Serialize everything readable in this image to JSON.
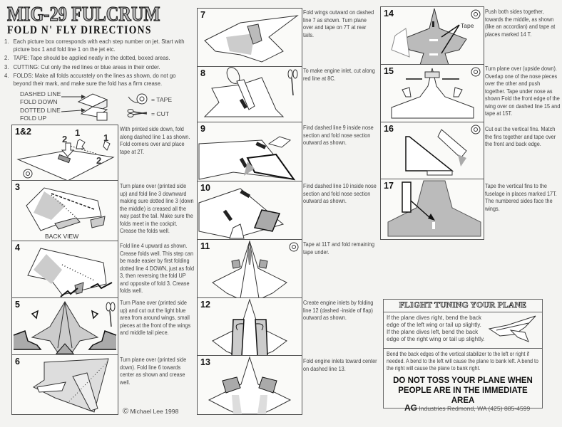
{
  "header": {
    "title": "MIG-29 FULCRUM",
    "subtitle": "FOLD N' FLY DIRECTIONS"
  },
  "rules": [
    {
      "num": "1.",
      "text": "Each picture box corresponds with each step number on jet. Start with picture box 1 and fold line 1 on the jet etc."
    },
    {
      "num": "2.",
      "text": "TAPE:  Tape should be applied neatly in the dotted, boxed areas."
    },
    {
      "num": "3.",
      "text": "CUTTING:  Cut only the red lines or blue areas in their order."
    },
    {
      "num": "4.",
      "text": "FOLDS:  Make all folds accurately on the lines as shown, do not go beyond their mark, and make sure the fold has a firm crease."
    }
  ],
  "legend": {
    "dashed": [
      "DASHED LINE",
      "FOLD DOWN"
    ],
    "dotted": [
      "DOTTED LINE",
      "FOLD UP"
    ],
    "tape": "= TAPE",
    "cut": "= CUT"
  },
  "steps": [
    {
      "num": "1&2",
      "text": "With printed side down, fold along dashed line 1 as shown. Fold corners over and place tape at 2T.",
      "labels": [
        "1",
        "2",
        "1",
        "2"
      ]
    },
    {
      "num": "3",
      "text": "Turn plane over (printed side up) and fold line 3 downward making sure dotted line 3 (down the middle) is creased all the way past the tail. Make sure the folds meet in the  cockpit. Crease the folds well.",
      "caption": "BACK VIEW"
    },
    {
      "num": "4",
      "text": "Fold line 4 upward as shown. Crease folds well.  This step can be made easier by first folding dotted line 4 DOWN, just as fold 3, then reversing the fold UP and opposite of fold 3.  Crease folds well."
    },
    {
      "num": "5",
      "text": "Turn Plane over (printed side up) and cut out the light blue area from around wings, small pieces at the front of the wings and middle tail piece."
    },
    {
      "num": "6",
      "text": "Turn plane over (printed side down).  Fold line 6 towards center as shown and crease well."
    },
    {
      "num": "7",
      "text": "Fold wings outward on dashed line 7 as shown.  Turn plane over and tape on 7T at rear tails."
    },
    {
      "num": "8",
      "text": "To make engine inlet, cut along red line at 8C."
    },
    {
      "num": "9",
      "text": "Find dashed line 9 inside nose section and fold nose section outward as shown."
    },
    {
      "num": "10",
      "text": "Find dashed line 10 inside nose section and fold nose section outward as shown."
    },
    {
      "num": "11",
      "text": "Tape at 11T and fold remaining tape under."
    },
    {
      "num": "12",
      "text": "Create engine inlets by folding line 12 (dashed -inside of flap) outward as shown."
    },
    {
      "num": "13",
      "text": "Fold engine inlets toward center on dashed line 13."
    },
    {
      "num": "14",
      "text": "Push both sides together, towards the middle, as shown (like an accordian) and tape at places marked 14 T.",
      "label": "Tape"
    },
    {
      "num": "15",
      "text": "Turn plane over (upside down).  Overlap one of the nose pieces over the other and push together. Tape under nose as shown Fold the front edge of the wing over on dashed line 15 and tape at 15T."
    },
    {
      "num": "16",
      "text": "Cut out the vertical fins. Match the fins together and tape over the front and back edge."
    },
    {
      "num": "17",
      "text": "Tape the vertical fins to the fuselage in places marked 17T. The numbered sides face the wings."
    }
  ],
  "copyright": "Michael Lee 1998",
  "flight_tuning": {
    "title": "FLIGHT TUNING YOUR PLANE",
    "p1": "If the plane dives right, bend the back edge of the left wing or tail up slightly. If the plane dives left, bend the back edge of the right wing or tail up slightly.",
    "p2": "Bend the back edges of the vertical stabilizer to the left or right if needed.  A bend to the left will cause the plane to bank left. A bend to the right will cause the plane to bank right.",
    "warning": "DO NOT TOSS YOUR PLANE WHEN PEOPLE ARE IN THE IMMEDIATE AREA"
  },
  "footer": {
    "logo": "AG",
    "company": "Industries  Redmond, WA (425) 885-4599"
  }
}
